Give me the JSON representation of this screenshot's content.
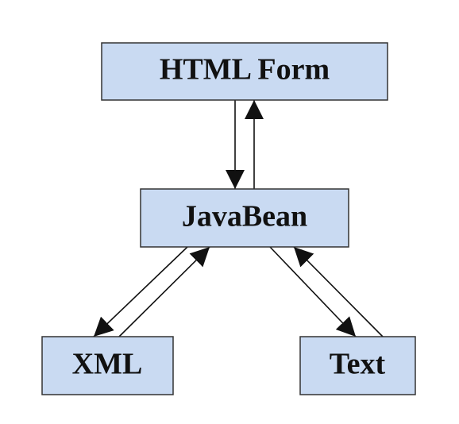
{
  "colors": {
    "box_fill": "#c9daf2",
    "box_stroke": "#333333",
    "arrow": "#111111",
    "text": "#111111",
    "background": "#ffffff"
  },
  "nodes": {
    "html_form": {
      "label": "HTML Form"
    },
    "javabean": {
      "label": "JavaBean"
    },
    "xml": {
      "label": "XML"
    },
    "text": {
      "label": "Text"
    }
  },
  "edges": [
    {
      "from": "html_form",
      "to": "javabean"
    },
    {
      "from": "javabean",
      "to": "html_form"
    },
    {
      "from": "javabean",
      "to": "xml"
    },
    {
      "from": "xml",
      "to": "javabean"
    },
    {
      "from": "javabean",
      "to": "text"
    },
    {
      "from": "text",
      "to": "javabean"
    }
  ]
}
